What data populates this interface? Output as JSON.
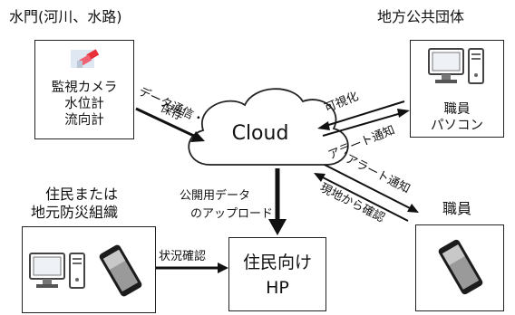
{
  "nodes": {
    "floodgate": {
      "title": "水門(河川、水路)",
      "lines": [
        "監視カメラ",
        "水位計",
        "流向計"
      ]
    },
    "local_gov": {
      "title": "地方公共団体",
      "lines": [
        "職員",
        "パソコン"
      ]
    },
    "cloud": {
      "label": "Cloud"
    },
    "residents": {
      "title_lines": [
        "住民または",
        "地元防災組織"
      ]
    },
    "hp": {
      "lines": [
        "住民向け",
        "HP"
      ]
    },
    "staff": {
      "title": "職員"
    }
  },
  "edges": {
    "data_comm": [
      "データ通信・",
      "保存"
    ],
    "visualize": "可視化",
    "alert_upper": "アラート通知",
    "alert_lower": "アラート通知",
    "onsite_check": "現地から確認",
    "upload": [
      "公開用データ",
      "のアップロード"
    ],
    "status_check": "状況確認"
  }
}
